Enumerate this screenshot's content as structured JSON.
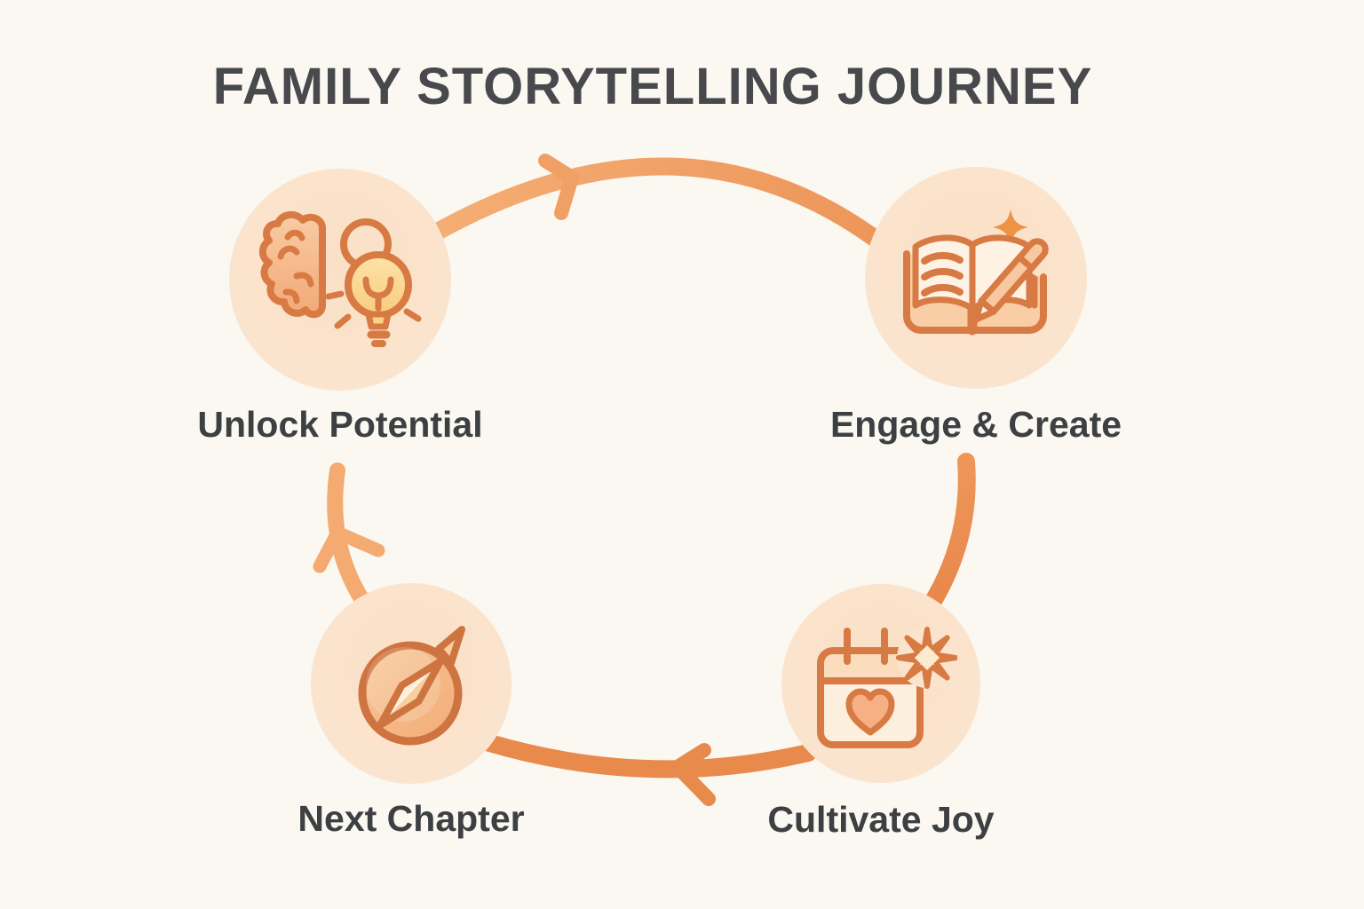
{
  "title": "FAMILY STORYTELLING JOURNEY",
  "diagram": {
    "type": "cycle",
    "direction": "clockwise",
    "steps": [
      {
        "label": "Unlock Potential",
        "icon": "brain-lightbulb-icon",
        "position": "top-left"
      },
      {
        "label": "Engage & Create",
        "icon": "open-book-pencil-sparkle-icon",
        "position": "top-right"
      },
      {
        "label": "Cultivate Joy",
        "icon": "calendar-heart-sparkle-icon",
        "position": "bottom-right"
      },
      {
        "label": "Next Chapter",
        "icon": "compass-icon",
        "position": "bottom-left"
      }
    ]
  },
  "colors": {
    "background": "#FAF8F1",
    "node_circle_fill": "#FBE4CE",
    "icon_stroke": "#D87A43",
    "arrow_orange": "#F09A60",
    "title_text": "#47494C",
    "label_text": "#3D4043"
  }
}
